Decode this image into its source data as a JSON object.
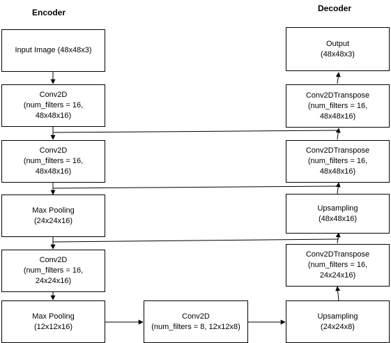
{
  "titles": {
    "encoder": "Encoder",
    "decoder": "Decoder"
  },
  "encoder": {
    "input": {
      "lines": [
        "Input Image (48x48x3)"
      ]
    },
    "conv1": {
      "lines": [
        "Conv2D",
        "(num_filters = 16,",
        "48x48x16)"
      ]
    },
    "conv2": {
      "lines": [
        "Conv2D",
        "(num_filters = 16,",
        "48x48x16)"
      ]
    },
    "pool1": {
      "lines": [
        "Max Pooling",
        "(24x24x16)"
      ]
    },
    "conv3": {
      "lines": [
        "Conv2D",
        "(num_filters = 16,",
        "24x24x16)"
      ]
    },
    "pool2": {
      "lines": [
        "Max Pooling",
        "(12x12x16)"
      ]
    }
  },
  "bottleneck": {
    "conv": {
      "lines": [
        "Conv2D",
        "(num_filters = 8, 12x12x8)"
      ]
    }
  },
  "decoder": {
    "output": {
      "lines": [
        "Output",
        "(48x48x3)"
      ]
    },
    "convt1": {
      "lines": [
        "Conv2DTranspose",
        "(num_filters = 16,",
        "48x48x16)"
      ]
    },
    "convt2": {
      "lines": [
        "Conv2DTranspose",
        "(num_filters = 16,",
        "48x48x16)"
      ]
    },
    "upsample1": {
      "lines": [
        "Upsampling",
        "(48x48x16)"
      ]
    },
    "convt3": {
      "lines": [
        "Conv2DTranspose",
        "(num_filters = 16,",
        "24x24x16)"
      ]
    },
    "upsample2": {
      "lines": [
        "Upsampling",
        "(24x24x8)"
      ]
    }
  },
  "colors": {
    "stroke": "#000000",
    "fill": "#ffffff"
  }
}
